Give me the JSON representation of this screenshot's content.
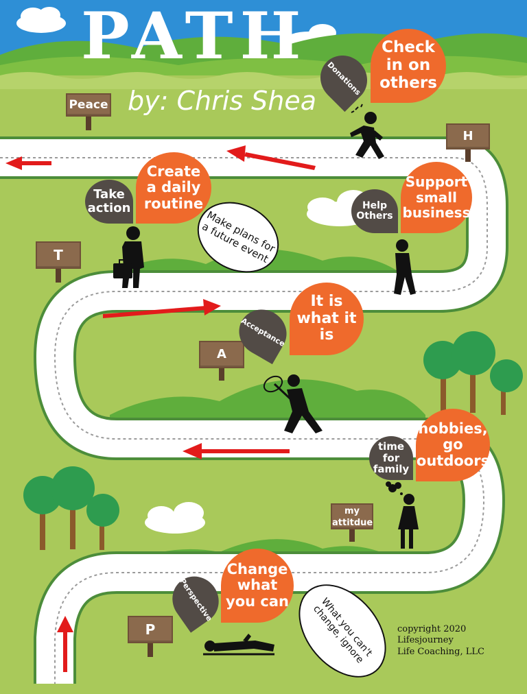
{
  "title": "PATH",
  "byline": "by: Chris Shea",
  "signs": {
    "peace": "Peace",
    "h": "H",
    "t": "T",
    "a": "A",
    "attitude": "my attitdue",
    "p": "P"
  },
  "bubbles": {
    "check_in": "Check in on others",
    "donations": "Donations",
    "create_routine": "Create a daily routine",
    "take_action": "Take action",
    "support_business": "Support small business",
    "help_others": "Help Others",
    "plans": "Make plans for a future event",
    "accept_main": "It is what it is",
    "acceptance": "Acceptance",
    "hobbies": "hobbies, go outdoors",
    "time_family": "time for family",
    "change": "Change what you can",
    "perspective": "Perspective",
    "ignore": "What you can't change, ignore"
  },
  "copyright": {
    "line1": "copyright 2020 Lifesjourney",
    "line2": "Life Coaching, LLC"
  },
  "colors": {
    "sky": "#2e8fd6",
    "grass": "#a9c95a",
    "hill": "#5fae3c",
    "orange": "#ef6a2c",
    "dark": "#524b46",
    "arrow": "#e21b1b"
  }
}
